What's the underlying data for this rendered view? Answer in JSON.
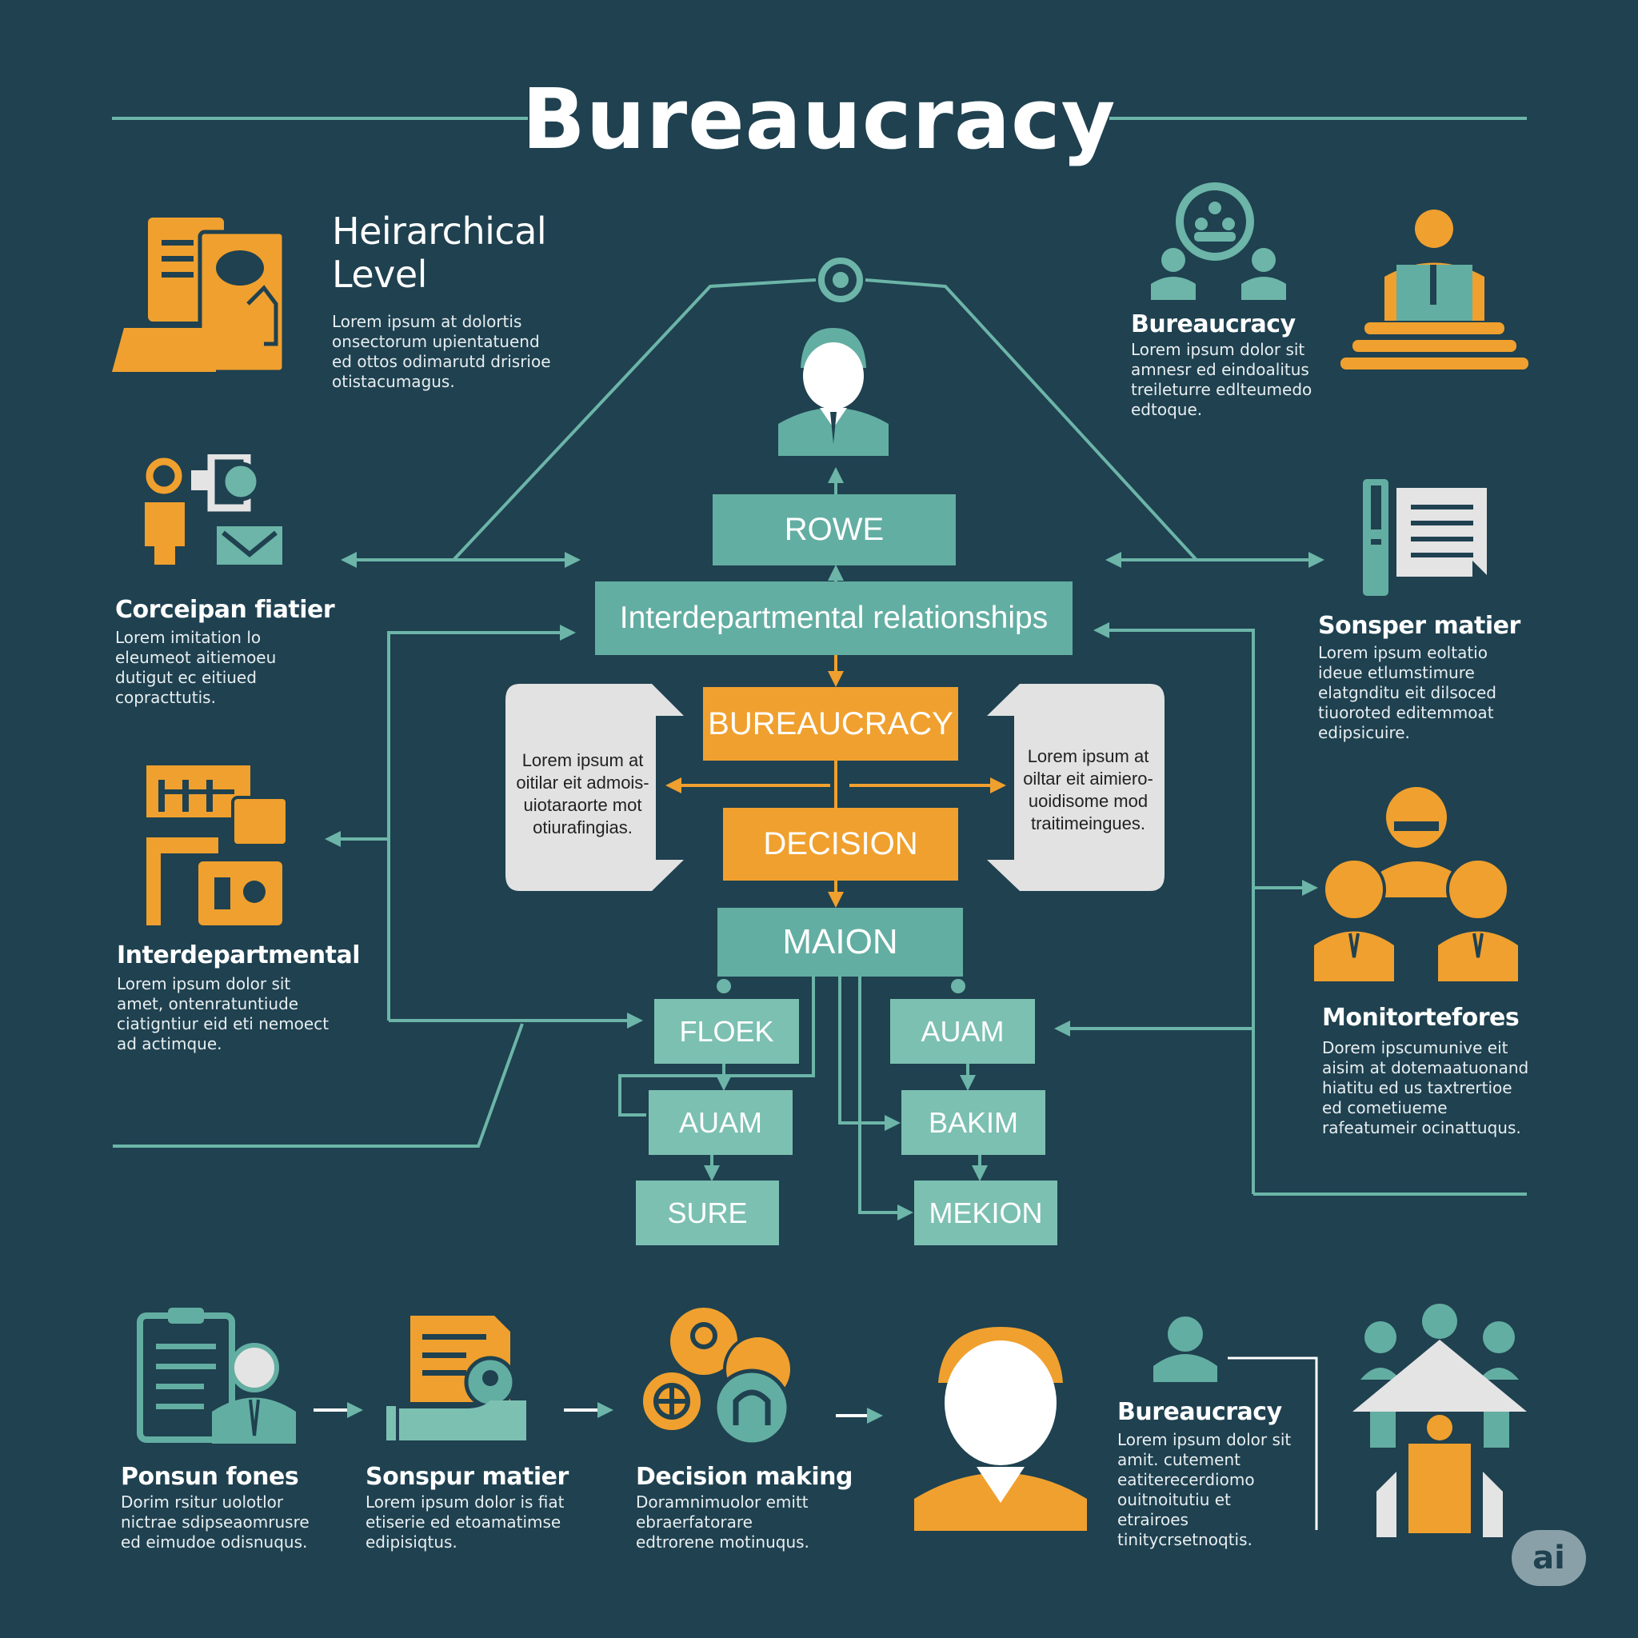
{
  "title": "Bureaucracy",
  "colors": {
    "background": "#1f4150",
    "teal": "#63aea2",
    "orange": "#f0a02e",
    "light": "#e4e4e4"
  },
  "left_sections": [
    {
      "heading_line1": "Heirarchical",
      "heading_line2": "Level",
      "body": "Lorem ipsum at dolortis onsectorum upientatuend ed ottos odimarutd drisrioe otistacumagus.",
      "icon": "building-document-icon"
    },
    {
      "heading": "Corceipan fiatier",
      "body": "Lorem imitation lo eleumeot aitiemoeu dutigut ec eitiued copracttutis.",
      "icon": "person-camera-mail-icon"
    },
    {
      "heading": "Interdepartmental",
      "body": "Lorem ipsum dolor sit amet, ontenratuntiude ciatigntiur eid eti nemoect ad actimque.",
      "icon": "office-calendar-icon"
    }
  ],
  "right_sections": [
    {
      "heading": "Bureaucracy",
      "body": "Lorem ipsum dolor sit amnesr ed eindoalitus treileturre edlteumedo edtoque.",
      "icon": "group-circle-icon"
    },
    {
      "heading": "Sonsper matier",
      "body": "Lorem ipsum eoltatio ideue etlumstimure elatgnditu eit dilsoced tiuoroted editemmoat edipsicuire.",
      "icon": "document-binder-icon"
    },
    {
      "heading": "Monitortefores",
      "body": "Dorem ipscumunive eit aisim at dotemaatuonand hiatitu ed us taxtrertioe ed cometiueme rafeatumeir ocinattuqus.",
      "icon": "people-group-icon"
    }
  ],
  "flow": {
    "top": "ROWE",
    "relationships": "Interdepartmental relationships",
    "bureaucracy": "BUREAUCRACY",
    "decision": "DECISION",
    "main": "MAION",
    "left_note": [
      "Lorem ipsum at",
      "oitilar eit admois-",
      "uiotaraorte mot",
      "otiurafingias."
    ],
    "right_note": [
      "Lorem ipsum at",
      "oiltar eit aimiero-",
      "uoidisome mod",
      "traitimeingues."
    ],
    "sub_left": [
      "FLOEK",
      "AUAM",
      "SURE"
    ],
    "sub_right": [
      "AUAM",
      "BAKIM",
      "MEKION"
    ]
  },
  "bottom_sections": [
    {
      "heading": "Ponsun fones",
      "body": "Dorim rsitur uolotlor nictrae sdipseaomrusre ed eimudoe odisnuqus.",
      "icon": "clipboard-person-icon"
    },
    {
      "heading": "Sonspur matier",
      "body": "Lorem ipsum dolor is fiat etiserie ed etoamatimse edipisiqtus.",
      "icon": "form-hand-icon"
    },
    {
      "heading": "Decision making",
      "body": "Doramnimuolor emitt ebraerfatorare edtrorene motinuqus.",
      "icon": "decision-gears-icon"
    },
    {
      "heading": "Bureaucracy",
      "body": "Lorem ipsum dolor sit amit. cutement eatiterecerdiomo ouitnoitutiu et etrairoes tinitycrsetnoqtis.",
      "icon": "person-icon"
    }
  ],
  "badge": "ai"
}
